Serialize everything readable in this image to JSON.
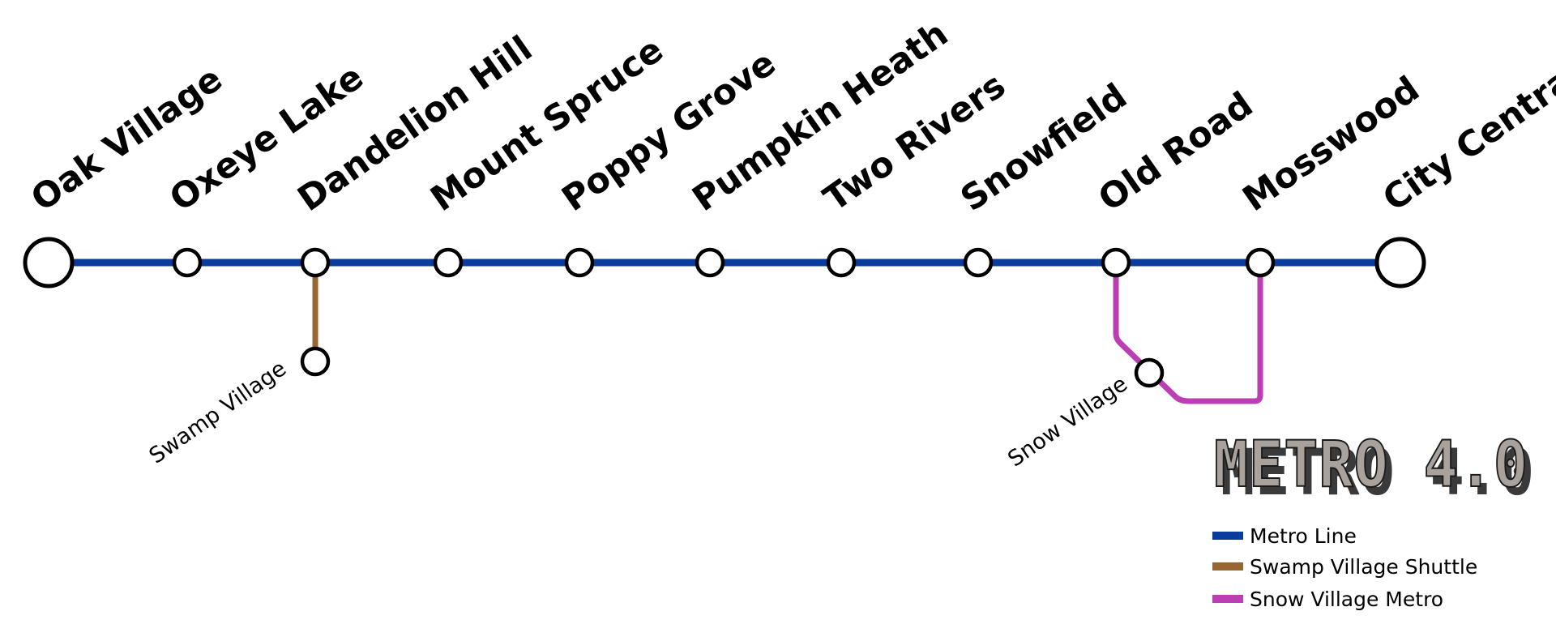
{
  "colors": {
    "metro": "#0a3c9e",
    "swamp": "#996633",
    "snow": "#bb3fb3",
    "station_fill": "#ffffff",
    "station_stroke": "#000000",
    "logo_face": "#a8a19c",
    "logo_shadow": "#3a3a3a"
  },
  "main_line": {
    "stations": [
      {
        "id": "oak-village",
        "label": "Oak Village",
        "terminal": true
      },
      {
        "id": "oxeye-lake",
        "label": "Oxeye Lake"
      },
      {
        "id": "dandelion-hill",
        "label": "Dandelion Hill"
      },
      {
        "id": "mount-spruce",
        "label": "Mount Spruce"
      },
      {
        "id": "poppy-grove",
        "label": "Poppy Grove"
      },
      {
        "id": "pumpkin-heath",
        "label": "Pumpkin Heath"
      },
      {
        "id": "two-rivers",
        "label": "Two Rivers"
      },
      {
        "id": "snowfield",
        "label": "Snowfield"
      },
      {
        "id": "old-road",
        "label": "Old Road"
      },
      {
        "id": "mosswood",
        "label": "Mosswood"
      },
      {
        "id": "city-central",
        "label": "City Central",
        "terminal": true
      }
    ]
  },
  "branches": {
    "swamp": {
      "station": "Swamp Village",
      "from": "Dandelion Hill"
    },
    "snow": {
      "station": "Snow Village",
      "from": "Old Road",
      "to": "Mosswood"
    }
  },
  "logo": {
    "text": "METRO 4.0"
  },
  "legend": [
    {
      "id": "metro",
      "label": "Metro Line",
      "color": "#0a3c9e"
    },
    {
      "id": "swamp",
      "label": "Swamp Village Shuttle",
      "color": "#996633"
    },
    {
      "id": "snow",
      "label": "Snow Village Metro",
      "color": "#bb3fb3"
    }
  ]
}
